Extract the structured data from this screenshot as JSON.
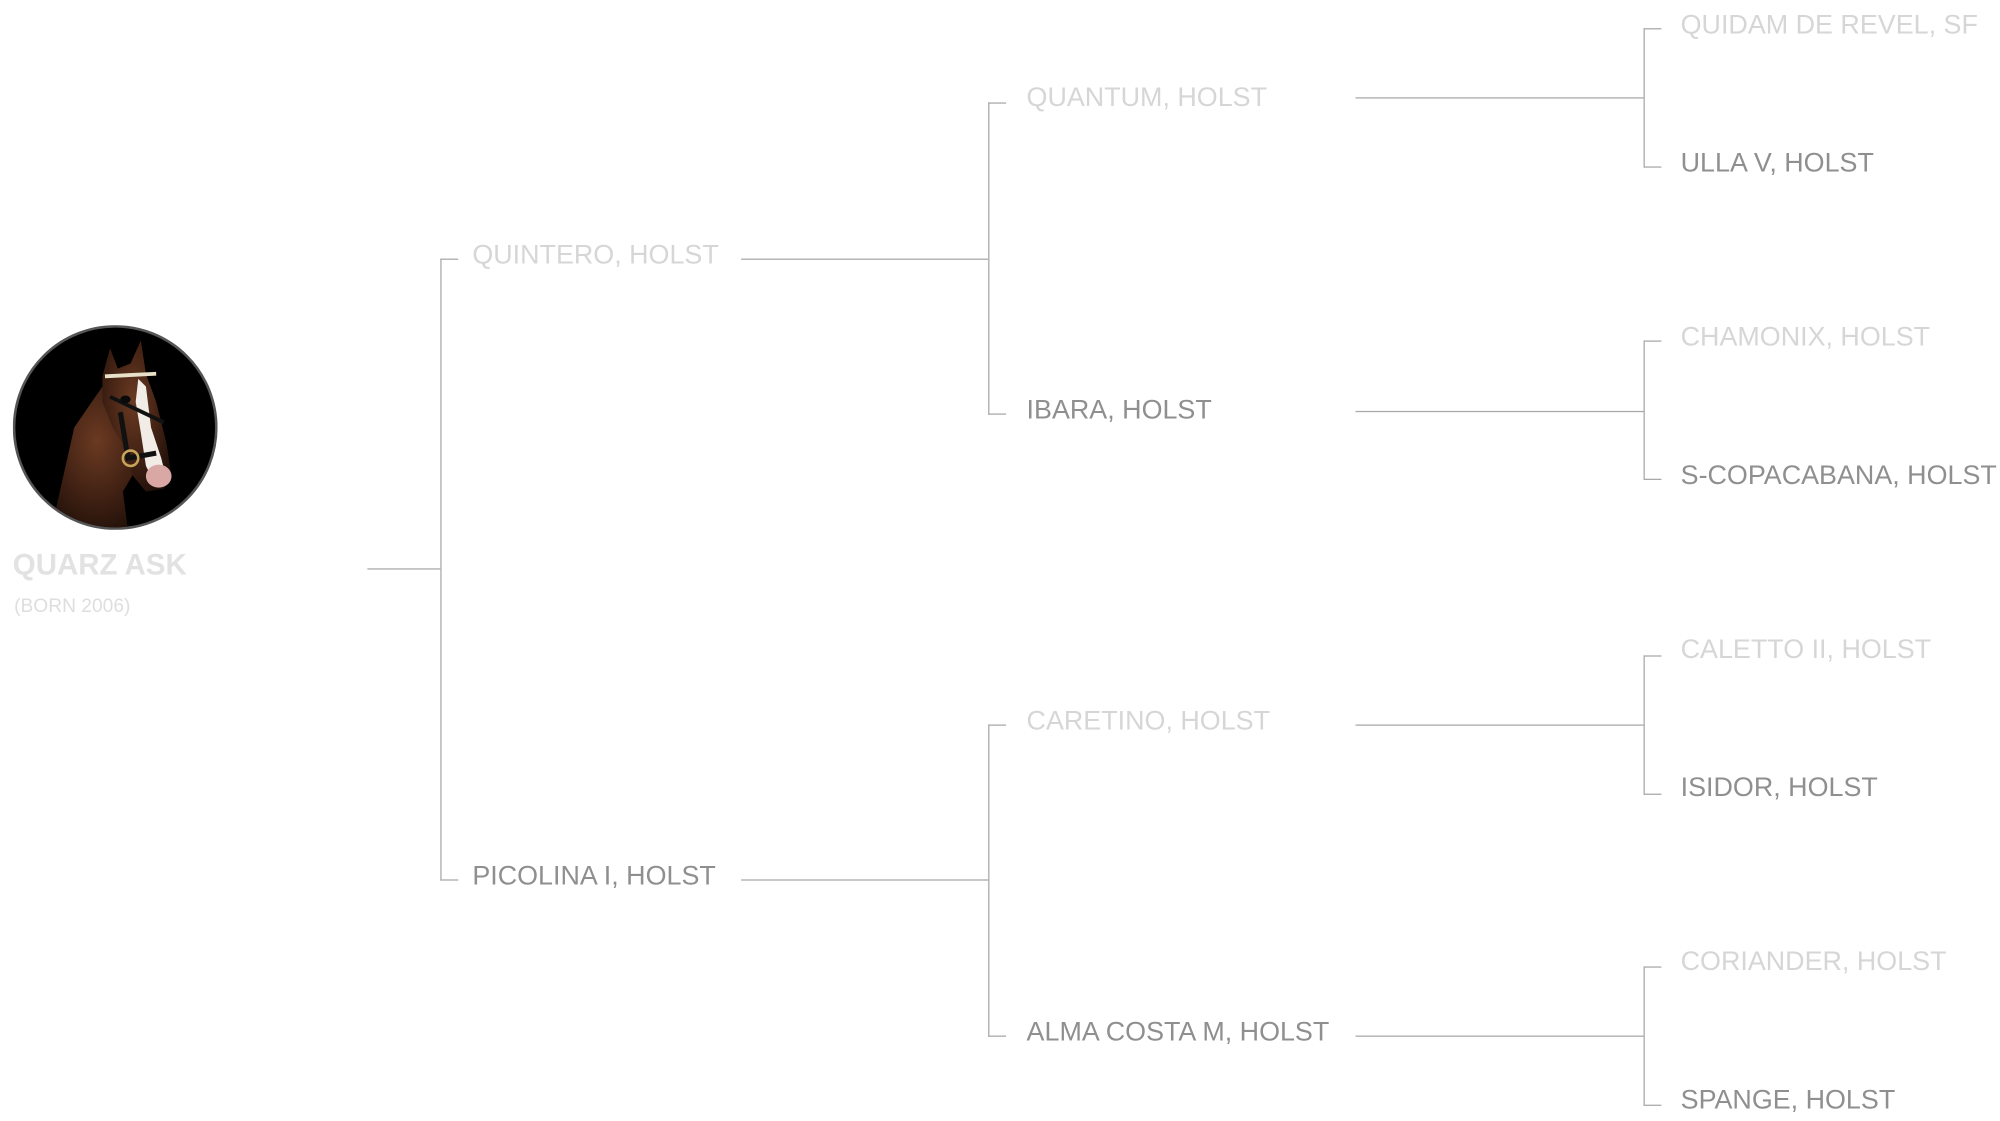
{
  "subject": {
    "name": "QUARZ ASK",
    "born": "(BORN 2006)",
    "photo_icon": "horse-portrait-icon"
  },
  "pedigree": {
    "sire": "QUINTERO, HOLST",
    "dam": "PICOLINA I, HOLST",
    "sire_sire": "QUANTUM, HOLST",
    "sire_dam": "IBARA, HOLST",
    "dam_sire": "CARETINO, HOLST",
    "dam_dam": "ALMA COSTA M, HOLST",
    "ggp": [
      "QUIDAM DE REVEL, SF",
      "ULLA V, HOLST",
      "CHAMONIX, HOLST",
      "S-COPACABANA, HOLST",
      "CALETTO II, HOLST",
      "ISIDOR, HOLST",
      "CORIANDER, HOLST",
      "SPANGE, HOLST"
    ]
  },
  "colors": {
    "sire_line_text": "#d6d6d6",
    "dam_line_text": "#8f8f8f",
    "connector": "#a9a9a9"
  }
}
